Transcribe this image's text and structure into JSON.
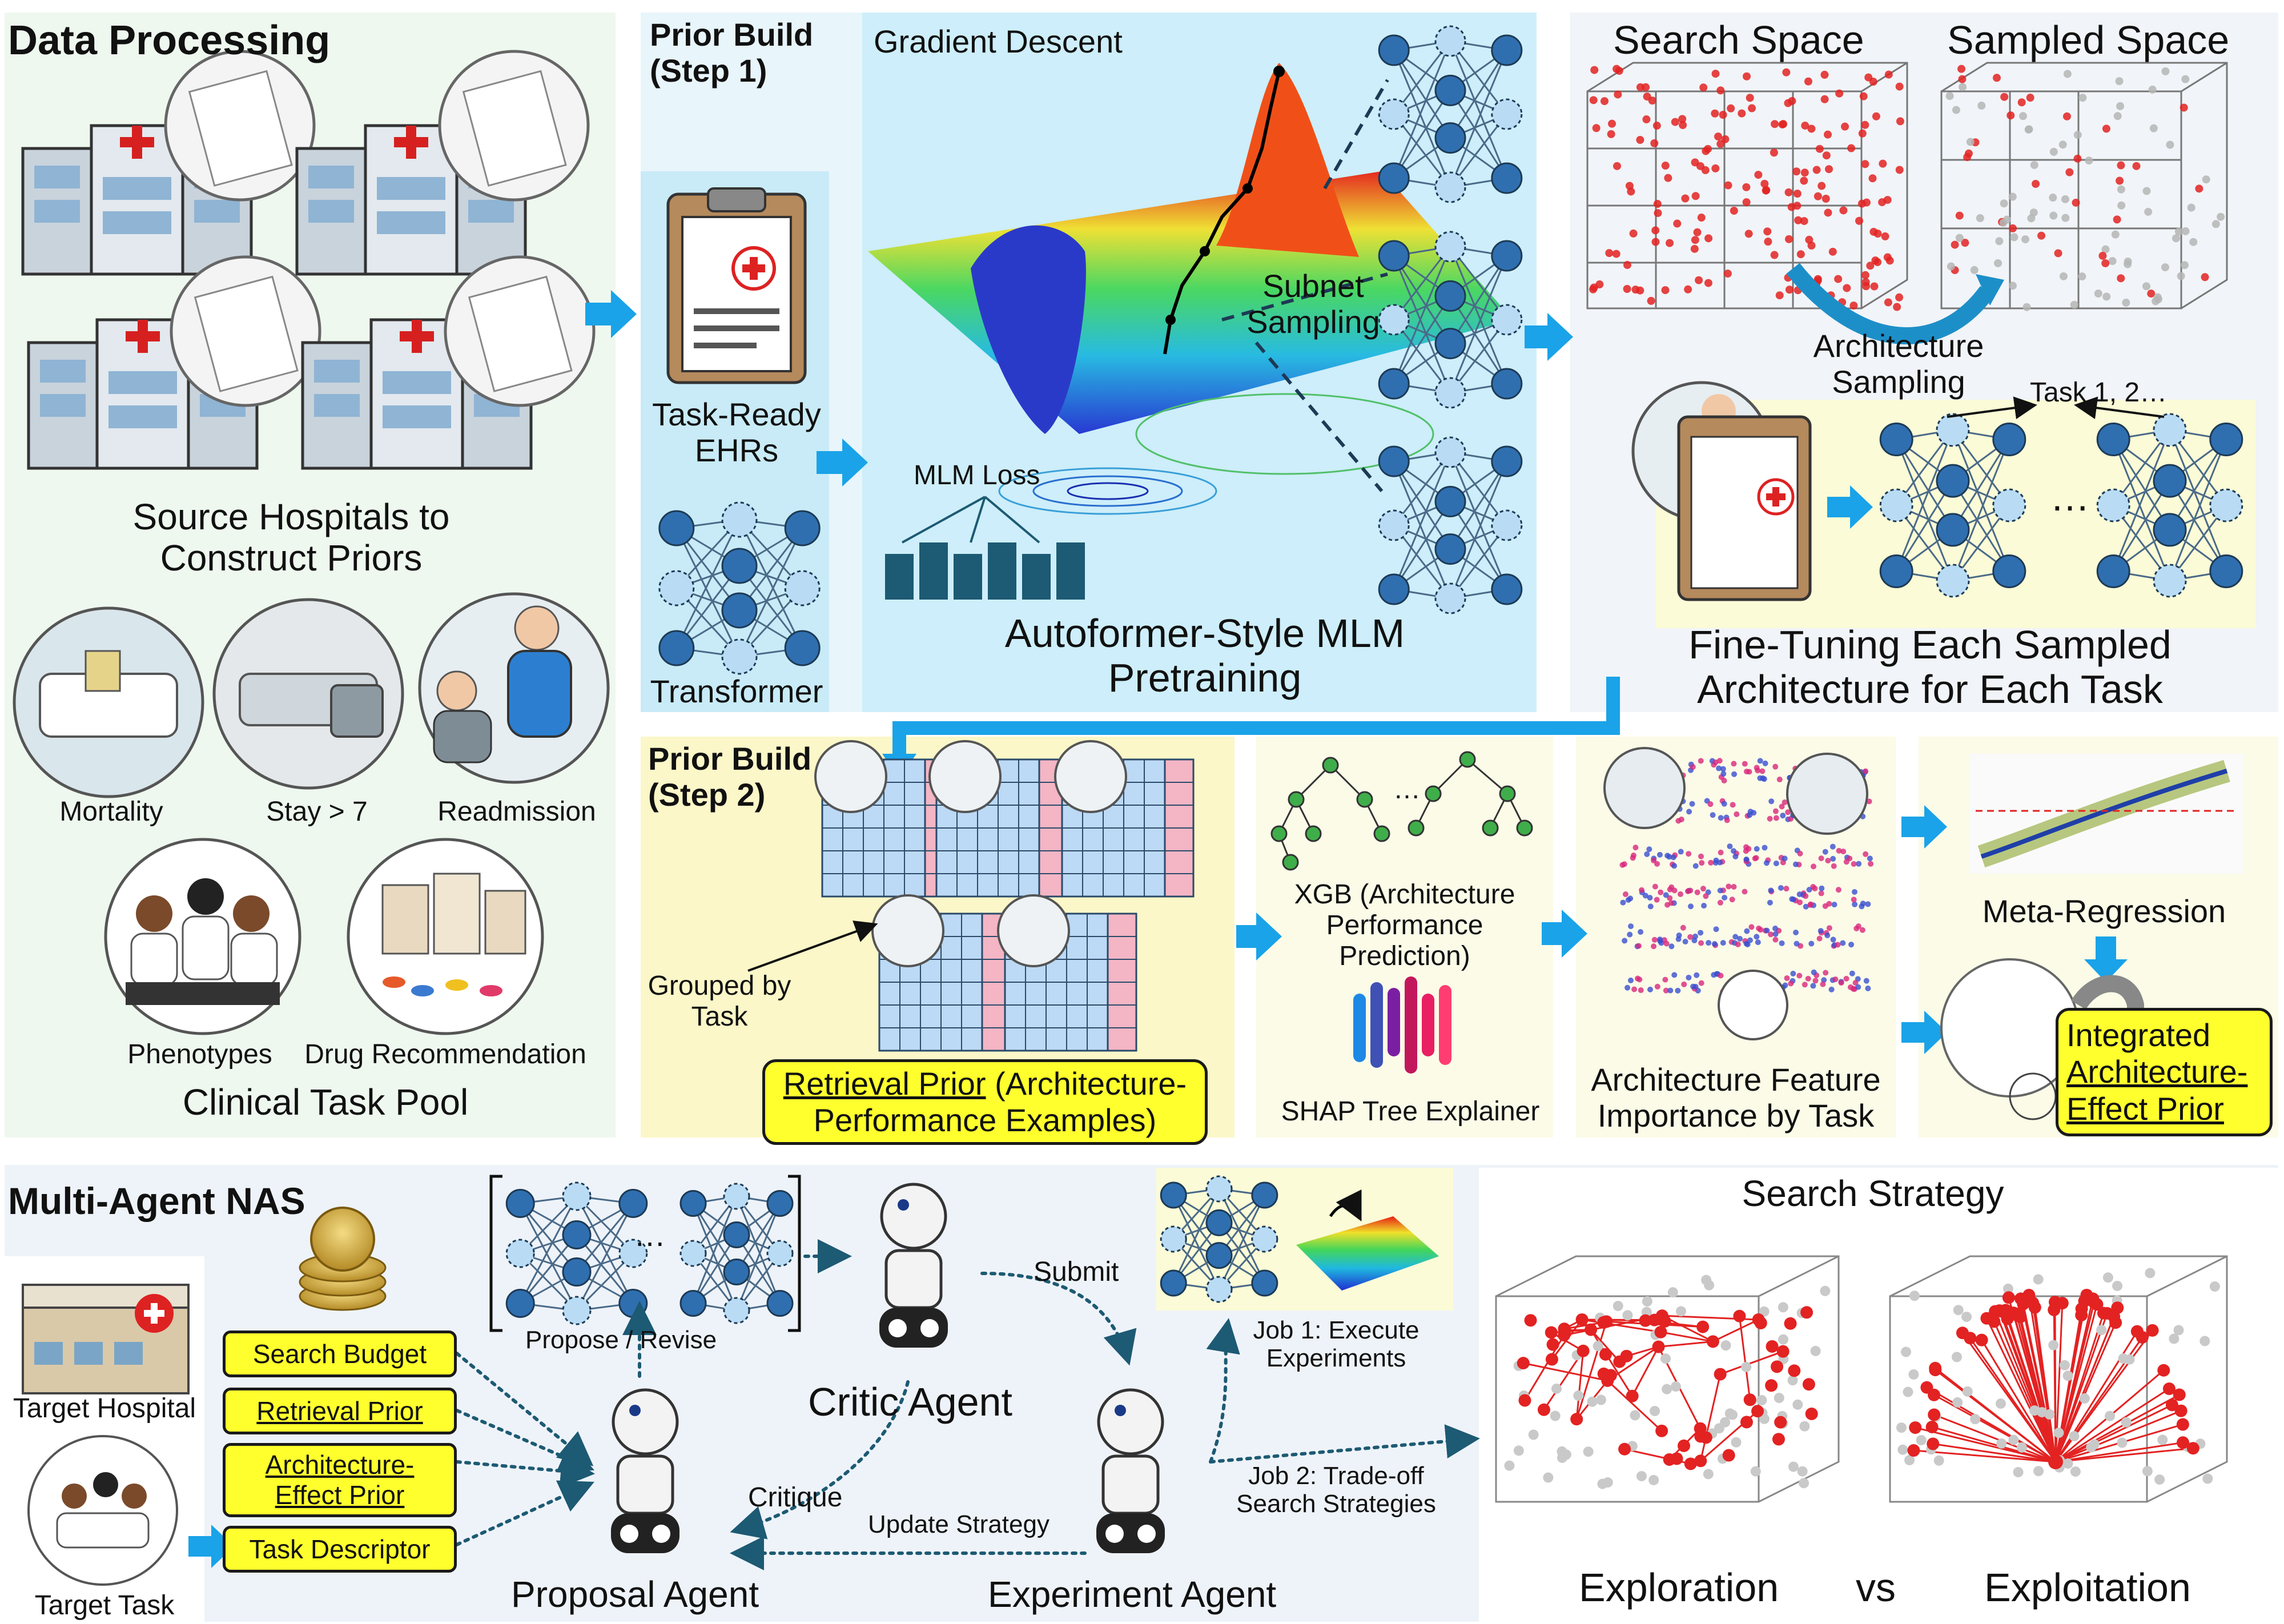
{
  "data_processing": {
    "title": "Data Processing",
    "source_hospitals": "Source Hospitals to Construct Priors",
    "tasks": [
      "Mortality",
      "Stay > 7",
      "Readmission",
      "Phenotypes",
      "Drug Recommendation"
    ],
    "task_pool": "Clinical Task Pool"
  },
  "prior_step1": {
    "title_line1": "Prior Build",
    "title_line2": "(Step 1)",
    "task_ready_ehrs": "Task-Ready EHRs",
    "transformer": "Transformer",
    "gradient_descent": "Gradient Descent",
    "subnet_sampling": "Subnet Sampling",
    "mlm_loss": "MLM Loss",
    "pretraining": "Autoformer-Style MLM Pretraining"
  },
  "search_panel": {
    "search_space": "Search Space",
    "sampled_space": "Sampled Space",
    "architecture_sampling": "Architecture Sampling",
    "task_label": "Task 1, 2…",
    "ellipsis": "…",
    "fine_tuning": "Fine-Tuning Each Sampled Architecture for Each Task"
  },
  "prior_step2": {
    "title_line1": "Prior Build",
    "title_line2": "(Step 2)",
    "grouped_by_task": "Grouped by Task",
    "retrieval_prior_u": "Retrieval Prior",
    "retrieval_prior_rest": " (Architecture-Performance Examples)",
    "ellipsis": "…",
    "xgb": "XGB (Architecture Performance Prediction)",
    "shap": "SHAP Tree Explainer",
    "feature_importance": "Architecture Feature Importance by Task",
    "meta_regression": "Meta-Regression",
    "integrated_line1": "Integrated",
    "integrated_u": "Architecture-Effect Prior"
  },
  "nas": {
    "title": "Multi-Agent NAS",
    "target_hospital": "Target Hospital",
    "target_task": "Target Task",
    "inputs": [
      {
        "text": "Search Budget",
        "underline": false
      },
      {
        "text": "Retrieval Prior",
        "underline": true
      },
      {
        "text": "Architecture-Effect Prior",
        "underline": true
      },
      {
        "text": "Task Descriptor",
        "underline": false
      }
    ],
    "propose_revise": "Propose / Revise",
    "ellipsis": "…",
    "submit": "Submit",
    "critic_agent": "Critic Agent",
    "critique": "Critique",
    "update_strategy": "Update Strategy",
    "proposal_agent": "Proposal Agent",
    "experiment_agent": "Experiment Agent",
    "job1": "Job 1: Execute Experiments",
    "job2": "Job 2: Trade-off Search Strategies",
    "search_strategy": "Search Strategy",
    "exploration": "Exploration",
    "vs": "vs",
    "exploitation": "Exploitation"
  },
  "colors": {
    "accent_blue": "#1aa3e8",
    "node_blue": "#2f6fb0",
    "highlight": "#ffff2e",
    "red": "#e32222"
  }
}
